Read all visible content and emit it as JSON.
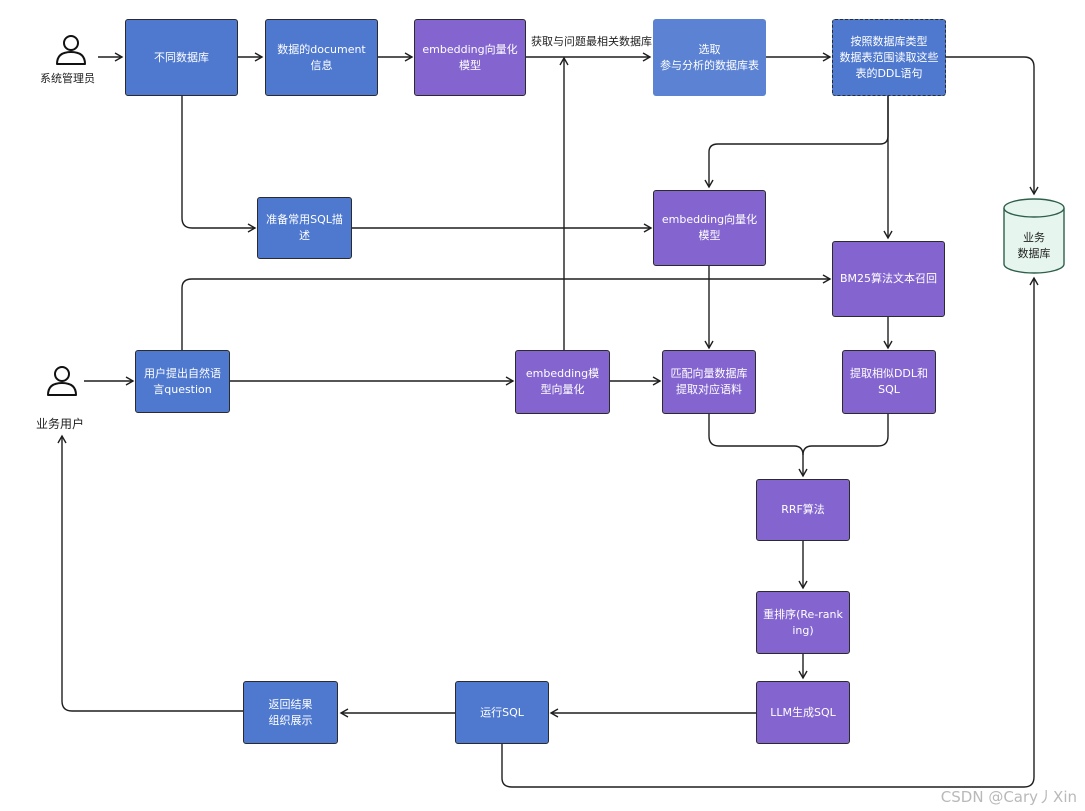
{
  "actors": {
    "admin": {
      "label": "系统管理员"
    },
    "user": {
      "label": "业务用户"
    }
  },
  "database": {
    "label": "业务\n数据库"
  },
  "nodes": {
    "diff_db": "不同数据库",
    "doc_info": "数据的document信息",
    "embed_top": "embedding向量化模型",
    "select_tables": "选取\n参与分析的数据库表",
    "read_ddl": "按照数据库类型\n数据表范围读取这些\n表的DDL语句",
    "prep_sql": "准备常用SQL描述",
    "embed_mid": "embedding向量化模型",
    "bm25": "BM25算法文本召回",
    "question": "用户提出自然语言question",
    "embed_q": "embedding模型向量化",
    "match_vec": "匹配向量数据库提取对应语料",
    "extract_ddl": "提取相似DDL和SQL",
    "rrf": "RRF算法",
    "rerank": "重排序(Re-ranking)",
    "llm_sql": "LLM生成SQL",
    "run_sql": "运行SQL",
    "return_res": "返回结果\n组织展示"
  },
  "edge_labels": {
    "fetch_related": "获取与问题最相关数据库"
  },
  "watermark": "CSDN @Cary丿Xin",
  "colors": {
    "blue": "#4f79cf",
    "purple": "#8465cf",
    "db_fill": "#e6f6ee",
    "db_stroke": "#2f5f4a",
    "line": "#1e1e1e"
  }
}
